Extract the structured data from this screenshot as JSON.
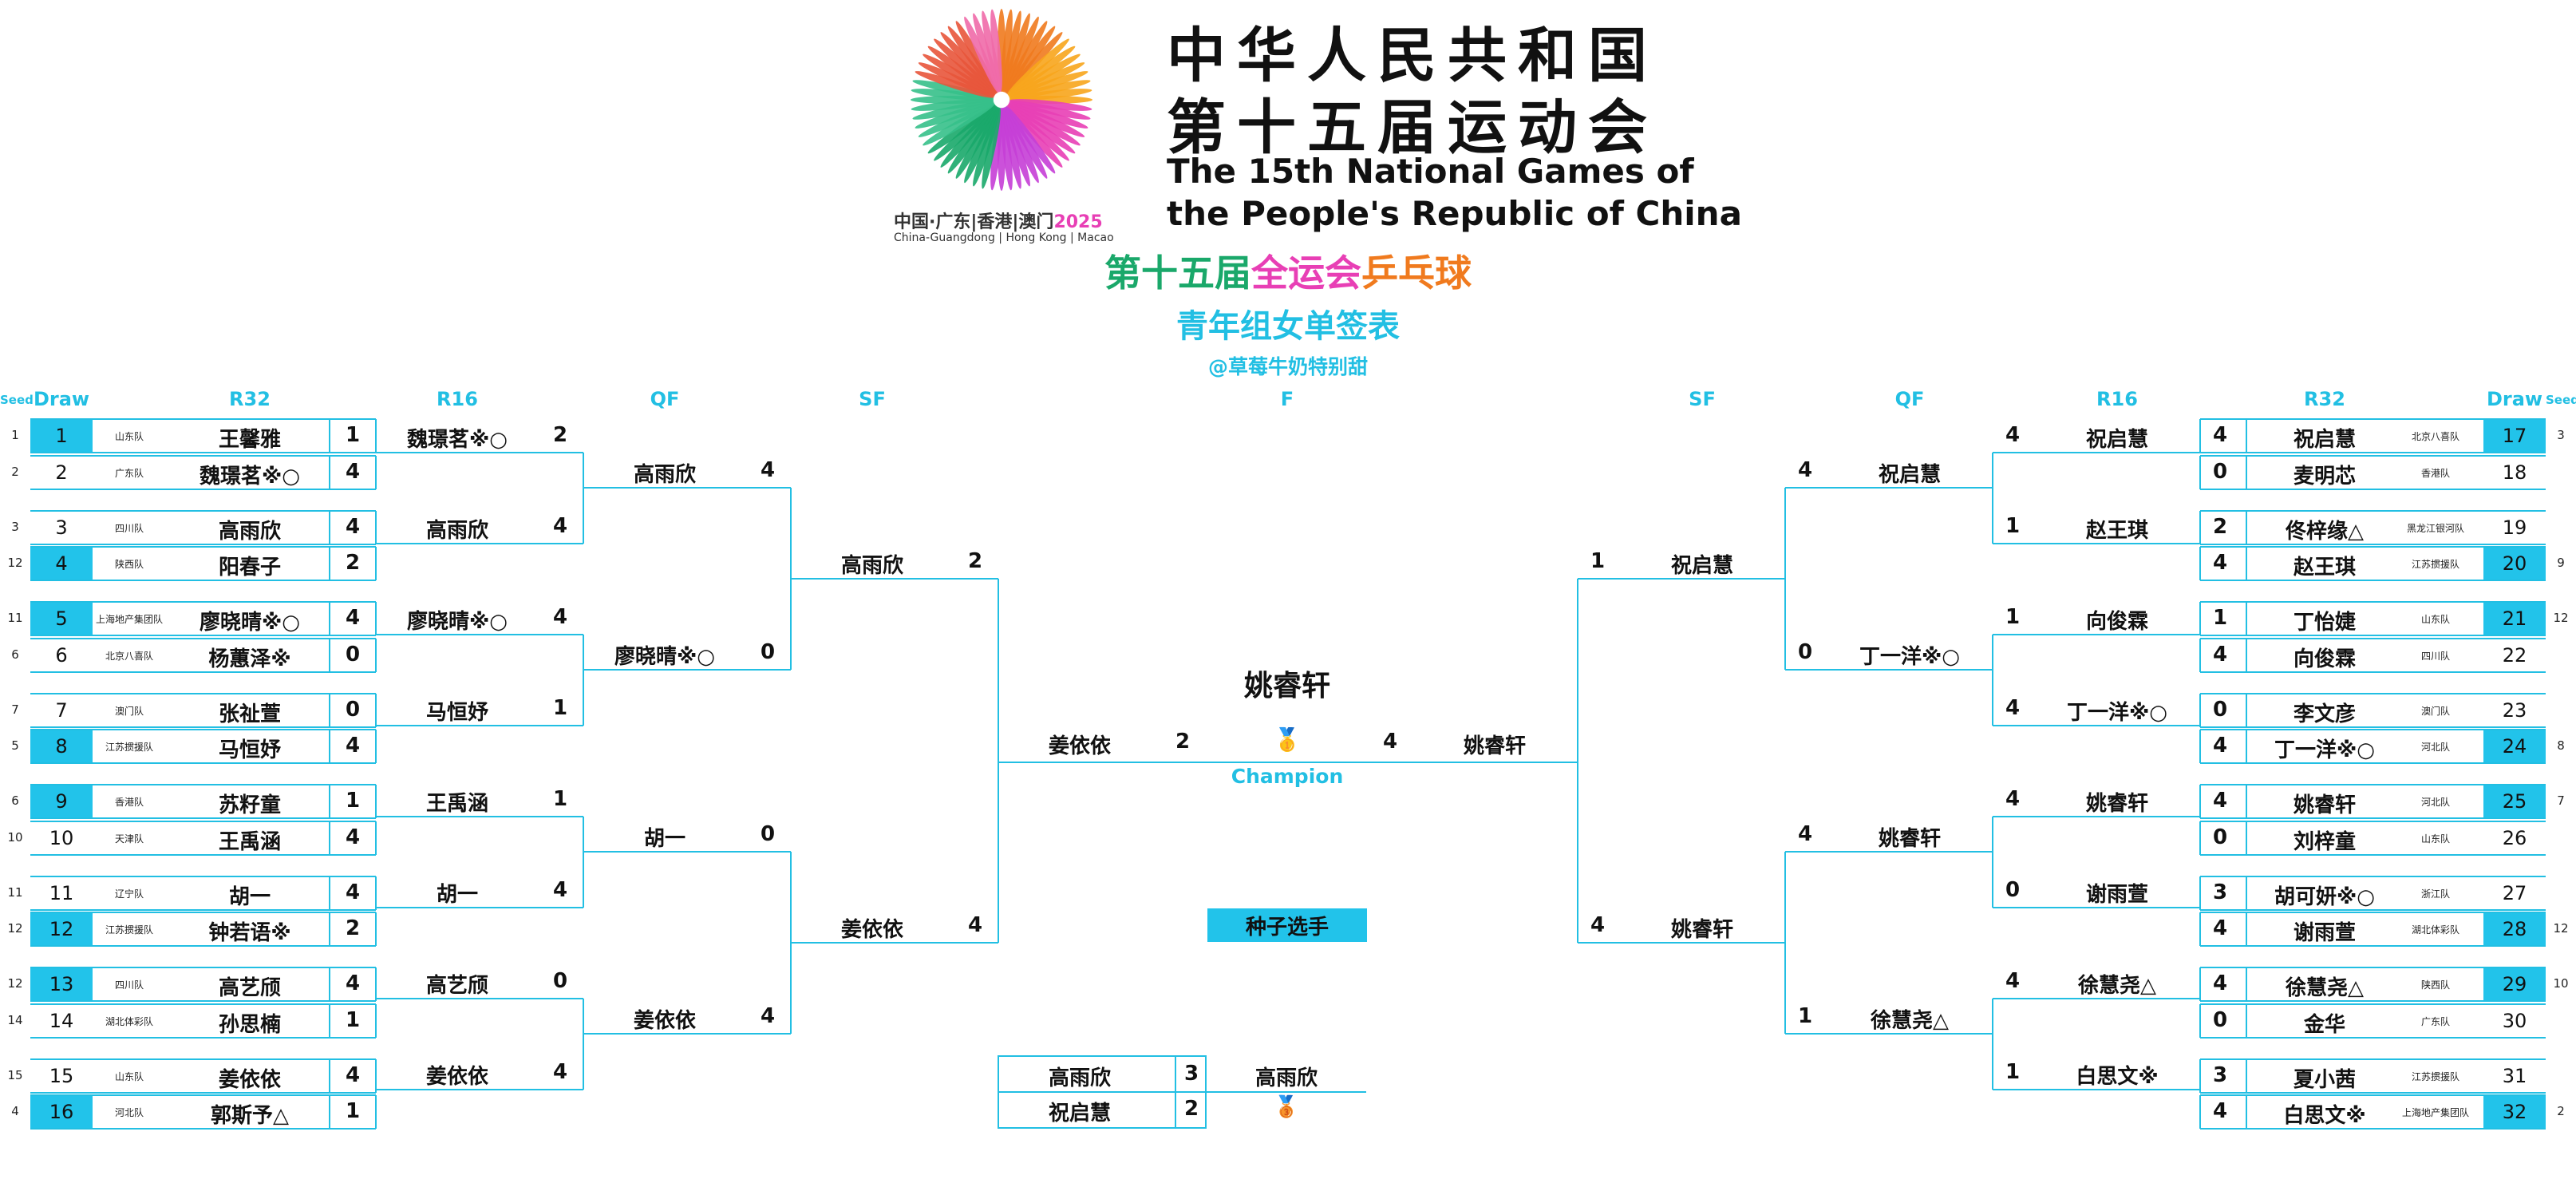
{
  "emblem": {
    "region_line": "中国·广东|香港|澳门",
    "year": "2025",
    "region_en": "China-Guangdong | Hong Kong | Macao"
  },
  "title": {
    "cn_line1": "中华人民共和国",
    "cn_line2": "第十五届运动会",
    "en_line1": "The 15th National Games of",
    "en_line2": "the People's Republic of China",
    "sub_part1": "第十五届",
    "sub_part2": "全运会",
    "sub_part3": "乒乓球",
    "sub2": "青年组女单签表",
    "credit": "@草莓牛奶特别甜"
  },
  "headers": {
    "seed": "Seed",
    "draw": "Draw",
    "r32": "R32",
    "r16": "R16",
    "qf": "QF",
    "sf": "SF",
    "f": "F"
  },
  "left_r32": [
    {
      "seed": "1",
      "draw": "1",
      "team": "山东队",
      "name": "王馨雅",
      "score": "1",
      "seeded": true
    },
    {
      "seed": "2",
      "draw": "2",
      "team": "广东队",
      "name": "魏璟茗※○",
      "score": "4",
      "seeded": false
    },
    {
      "seed": "3",
      "draw": "3",
      "team": "四川队",
      "name": "高雨欣",
      "score": "4",
      "seeded": false
    },
    {
      "seed": "12",
      "draw": "4",
      "team": "陕西队",
      "name": "阳春子",
      "score": "2",
      "seeded": true
    },
    {
      "seed": "11",
      "draw": "5",
      "team": "上海地产集团队",
      "name": "廖晓晴※○",
      "score": "4",
      "seeded": true
    },
    {
      "seed": "6",
      "draw": "6",
      "team": "北京八喜队",
      "name": "杨蕙泽※",
      "score": "0",
      "seeded": false
    },
    {
      "seed": "7",
      "draw": "7",
      "team": "澳门队",
      "name": "张祉萱",
      "score": "0",
      "seeded": false
    },
    {
      "seed": "5",
      "draw": "8",
      "team": "江苏掼援队",
      "name": "马恒妤",
      "score": "4",
      "seeded": true
    },
    {
      "seed": "6",
      "draw": "9",
      "team": "香港队",
      "name": "苏籽童",
      "score": "1",
      "seeded": true
    },
    {
      "seed": "10",
      "draw": "10",
      "team": "天津队",
      "name": "王禹涵",
      "score": "4",
      "seeded": false
    },
    {
      "seed": "11",
      "draw": "11",
      "team": "辽宁队",
      "name": "胡一",
      "score": "4",
      "seeded": false
    },
    {
      "seed": "12",
      "draw": "12",
      "team": "江苏掼援队",
      "name": "钟若语※",
      "score": "2",
      "seeded": true
    },
    {
      "seed": "12",
      "draw": "13",
      "team": "四川队",
      "name": "高艺颀",
      "score": "4",
      "seeded": true
    },
    {
      "seed": "14",
      "draw": "14",
      "team": "湖北体彩队",
      "name": "孙思楠",
      "score": "1",
      "seeded": false
    },
    {
      "seed": "15",
      "draw": "15",
      "team": "山东队",
      "name": "姜依依",
      "score": "4",
      "seeded": false
    },
    {
      "seed": "4",
      "draw": "16",
      "team": "河北队",
      "name": "郭斯予△",
      "score": "1",
      "seeded": true
    }
  ],
  "left_r16": [
    {
      "name": "魏璟茗※○",
      "score": "2"
    },
    {
      "name": "高雨欣",
      "score": "4"
    },
    {
      "name": "廖晓晴※○",
      "score": "4"
    },
    {
      "name": "马恒妤",
      "score": "1"
    },
    {
      "name": "王禹涵",
      "score": "1"
    },
    {
      "name": "胡一",
      "score": "4"
    },
    {
      "name": "高艺颀",
      "score": "0"
    },
    {
      "name": "姜依依",
      "score": "4"
    }
  ],
  "left_qf": [
    {
      "name": "高雨欣",
      "score": "4"
    },
    {
      "name": "廖晓晴※○",
      "score": "0"
    },
    {
      "name": "胡一",
      "score": "0"
    },
    {
      "name": "姜依依",
      "score": "4"
    }
  ],
  "left_sf": [
    {
      "name": "高雨欣",
      "score": "2"
    },
    {
      "name": "姜依依",
      "score": "4"
    }
  ],
  "right_r32": [
    {
      "seed": "3",
      "draw": "17",
      "team": "北京八喜队",
      "name": "祝启慧",
      "score": "4",
      "seeded": true
    },
    {
      "seed": "",
      "draw": "18",
      "team": "香港队",
      "name": "麦明芯",
      "score": "0",
      "seeded": false
    },
    {
      "seed": "",
      "draw": "19",
      "team": "黑龙江银河队",
      "name": "佟梓缘△",
      "score": "2",
      "seeded": false
    },
    {
      "seed": "9",
      "draw": "20",
      "team": "江苏掼援队",
      "name": "赵王琪",
      "score": "4",
      "seeded": true
    },
    {
      "seed": "12",
      "draw": "21",
      "team": "山东队",
      "name": "丁怡婕",
      "score": "1",
      "seeded": true
    },
    {
      "seed": "",
      "draw": "22",
      "team": "四川队",
      "name": "向俊霖",
      "score": "4",
      "seeded": false
    },
    {
      "seed": "",
      "draw": "23",
      "team": "澳门队",
      "name": "李文彦",
      "score": "0",
      "seeded": false
    },
    {
      "seed": "8",
      "draw": "24",
      "team": "河北队",
      "name": "丁一洋※○",
      "score": "4",
      "seeded": true
    },
    {
      "seed": "7",
      "draw": "25",
      "team": "河北队",
      "name": "姚睿轩",
      "score": "4",
      "seeded": true
    },
    {
      "seed": "",
      "draw": "26",
      "team": "山东队",
      "name": "刘梓童",
      "score": "0",
      "seeded": false
    },
    {
      "seed": "",
      "draw": "27",
      "team": "浙江队",
      "name": "胡可妍※○",
      "score": "3",
      "seeded": false
    },
    {
      "seed": "12",
      "draw": "28",
      "team": "湖北体彩队",
      "name": "谢雨萱",
      "score": "4",
      "seeded": true
    },
    {
      "seed": "10",
      "draw": "29",
      "team": "陕西队",
      "name": "徐慧尧△",
      "score": "4",
      "seeded": true
    },
    {
      "seed": "",
      "draw": "30",
      "team": "广东队",
      "name": "金华",
      "score": "0",
      "seeded": false
    },
    {
      "seed": "",
      "draw": "31",
      "team": "江苏掼援队",
      "name": "夏小茜",
      "score": "3",
      "seeded": false
    },
    {
      "seed": "2",
      "draw": "32",
      "team": "上海地产集团队",
      "name": "白思文※",
      "score": "4",
      "seeded": true
    }
  ],
  "right_r16": [
    {
      "name": "祝启慧",
      "score": "4"
    },
    {
      "name": "赵王琪",
      "score": "1"
    },
    {
      "name": "向俊霖",
      "score": "1"
    },
    {
      "name": "丁一洋※○",
      "score": "4"
    },
    {
      "name": "姚睿轩",
      "score": "4"
    },
    {
      "name": "谢雨萱",
      "score": "0"
    },
    {
      "name": "徐慧尧△",
      "score": "4"
    },
    {
      "name": "白思文※",
      "score": "1"
    }
  ],
  "right_qf": [
    {
      "name": "祝启慧",
      "score": "4"
    },
    {
      "name": "丁一洋※○",
      "score": "0"
    },
    {
      "name": "姚睿轩",
      "score": "4"
    },
    {
      "name": "徐慧尧△",
      "score": "1"
    }
  ],
  "right_sf": [
    {
      "name": "祝启慧",
      "score": "1"
    },
    {
      "name": "姚睿轩",
      "score": "4"
    }
  ],
  "final": {
    "left_name": "姜依依",
    "left_score": "2",
    "right_name": "姚睿轩",
    "right_score": "4",
    "champion": "姚睿轩",
    "champion_label": "Champion",
    "medal": "🥇"
  },
  "legend": {
    "seed_label": "种子选手",
    "seed_color": "#22c3ea"
  },
  "third_place": {
    "p1_name": "高雨欣",
    "p1_score": "3",
    "p2_name": "祝启慧",
    "p2_score": "2",
    "winner": "高雨欣",
    "medal": "🥉"
  },
  "colors": {
    "accent": "#22bfe3",
    "green": "#1aa86a",
    "pink": "#e83fb5",
    "orange": "#f07a1e"
  }
}
